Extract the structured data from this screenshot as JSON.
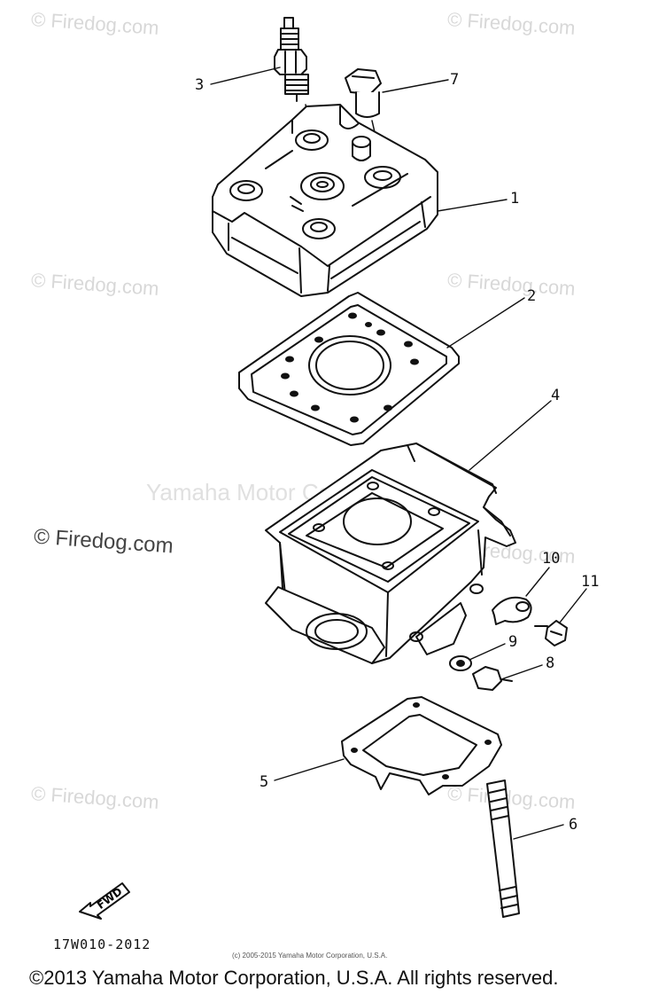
{
  "watermarks": {
    "small": "© Firedog.com",
    "large": "© Firedog.com",
    "center": "Yamaha Motor Corp. U.S.A."
  },
  "callouts": [
    "1",
    "2",
    "3",
    "4",
    "5",
    "6",
    "7",
    "8",
    "9",
    "10",
    "11"
  ],
  "fwd_label": "FWD",
  "part_code": "17W010-2012",
  "tiny_copyright": "(c) 2005-2015 Yamaha Motor Corporation, U.S.A.",
  "copyright": "©2013 Yamaha Motor Corporation, U.S.A. All rights reserved."
}
